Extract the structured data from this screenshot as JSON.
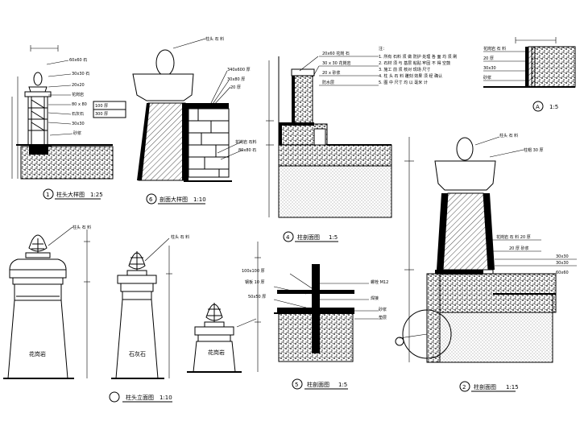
{
  "sheet": {
    "background": "#ffffff",
    "line_color": "#000000"
  },
  "details": [
    {
      "id": "d1",
      "number": "1",
      "title": "柱头大样图",
      "scale": "1:25"
    },
    {
      "id": "d6",
      "number": "6",
      "title": "剖面大样图",
      "scale": "1:10"
    },
    {
      "id": "d4",
      "number": "4",
      "title": "柱剖面图",
      "scale": "1:5"
    },
    {
      "id": "d2",
      "number": "2",
      "title": "柱剖面图",
      "scale": "1:15"
    },
    {
      "id": "d3",
      "number": "",
      "title": "柱头立面图",
      "scale": "1:10"
    },
    {
      "id": "d5",
      "number": "5",
      "title": "柱剖面图",
      "scale": "1:5"
    },
    {
      "id": "dA",
      "number": "A",
      "title": "",
      "scale": "1:5"
    }
  ],
  "labels": {
    "bottom_tag_a": "花岗岩",
    "bottom_tag_b": "石灰石",
    "bottom_tag_c": "花岗岩",
    "note_340": "340x600 厚",
    "note_30": "30x80 厚",
    "note_100": "100x100 厚",
    "note_50": "50x50 厚"
  }
}
